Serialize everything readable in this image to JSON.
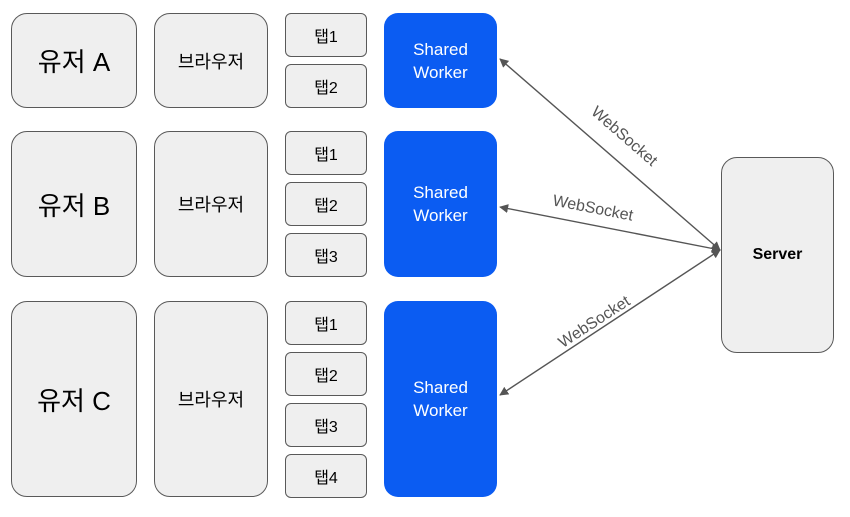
{
  "groups": [
    {
      "user": "유저 A",
      "browser": "브라우저",
      "tabs": [
        "탭1",
        "탭2"
      ],
      "worker_line1": "Shared",
      "worker_line2": "Worker"
    },
    {
      "user": "유저 B",
      "browser": "브라우저",
      "tabs": [
        "탭1",
        "탭2",
        "탭3"
      ],
      "worker_line1": "Shared",
      "worker_line2": "Worker"
    },
    {
      "user": "유저 C",
      "browser": "브라우저",
      "tabs": [
        "탭1",
        "탭2",
        "탭3",
        "탭4"
      ],
      "worker_line1": "Shared",
      "worker_line2": "Worker"
    }
  ],
  "connections": [
    "WebSocket",
    "WebSocket",
    "WebSocket"
  ],
  "server": "Server",
  "colors": {
    "worker": "#0b5cf2",
    "box_fill": "#efefef",
    "border": "#595959",
    "arrow": "#555555"
  }
}
